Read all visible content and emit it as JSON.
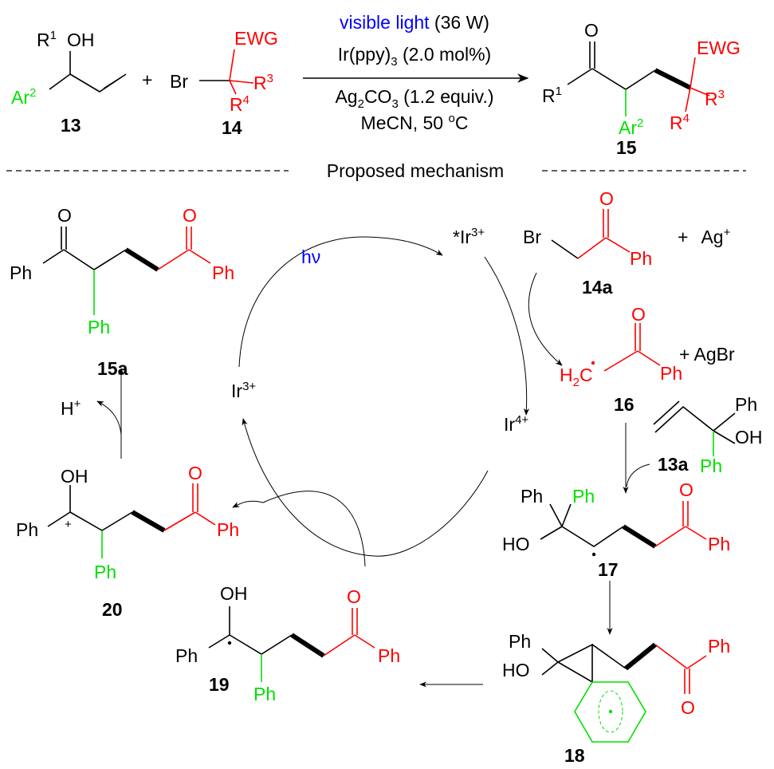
{
  "colors": {
    "text": "#000000",
    "ewg": "#ff0000",
    "aryl": "#00e000",
    "light": "#0000ff"
  },
  "scheme": {
    "c13": {
      "r": "R",
      "r_sup": "1",
      "oh": "OH",
      "ar": "Ar",
      "ar_sup": "2",
      "label": "13"
    },
    "plus": "+",
    "c14": {
      "br": "Br",
      "ewg": "EWG",
      "r3": "R",
      "r3_sup": "3",
      "r4": "R",
      "r4_sup": "4",
      "label": "14"
    },
    "conditions": {
      "light": "visible light",
      "power": " (36 W)",
      "cat": "Ir(ppy)",
      "cat_sub": "3",
      "cat_amt": " (2.0 mol%)",
      "ag": "Ag",
      "ag_sub": "2",
      "co": "CO",
      "co_sub": "3",
      "ag_amt": " (1.2 equiv.)",
      "solvent": "MeCN, 50 ",
      "deg": "o",
      "c": "C"
    },
    "c15": {
      "o": "O",
      "r1": "R",
      "r1_sup": "1",
      "ar": "Ar",
      "ar_sup": "2",
      "ewg": "EWG",
      "r3": "R",
      "r3_sup": "3",
      "r4": "R",
      "r4_sup": "4",
      "label": "15"
    }
  },
  "divider": "Proposed mechanism",
  "mechanism": {
    "c15a": {
      "o1": "O",
      "o2": "O",
      "ph1": "Ph",
      "ph2": "Ph",
      "ph3": "Ph",
      "label": "15a"
    },
    "hv": "hν",
    "ir_excited": {
      "base": "*Ir",
      "sup": "3+"
    },
    "ir3": {
      "base": "Ir",
      "sup": "3+"
    },
    "ir4": {
      "base": "Ir",
      "sup": "4+"
    },
    "c14a": {
      "br": "Br",
      "o": "O",
      "ph": "Ph",
      "label": "14a"
    },
    "ag_plus": {
      "plus": "+",
      "base": "Ag",
      "sup": "+"
    },
    "c16": {
      "h": "H",
      "h_sub": "2",
      "c": "C",
      "o": "O",
      "ph": "Ph",
      "agbr": "+  AgBr",
      "label": "16"
    },
    "c13a": {
      "ph": "Ph",
      "oh": "OH",
      "ph_green": "Ph",
      "label": "13a"
    },
    "c17": {
      "ph": "Ph",
      "ph_green": "Ph",
      "ho": "HO",
      "o": "O",
      "ph_red": "Ph",
      "label": "17"
    },
    "c18": {
      "ph": "Ph",
      "ho": "HO",
      "ph_red": "Ph",
      "o": "O",
      "label": "18"
    },
    "c19": {
      "oh": "OH",
      "ph": "Ph",
      "ph_green": "Ph",
      "o": "O",
      "ph_red": "Ph",
      "label": "19"
    },
    "c20": {
      "oh": "OH",
      "ph": "Ph",
      "plus": "+",
      "ph_green": "Ph",
      "o": "O",
      "ph_red": "Ph",
      "label": "20"
    },
    "h_plus": {
      "base": "H",
      "sup": "+"
    }
  }
}
